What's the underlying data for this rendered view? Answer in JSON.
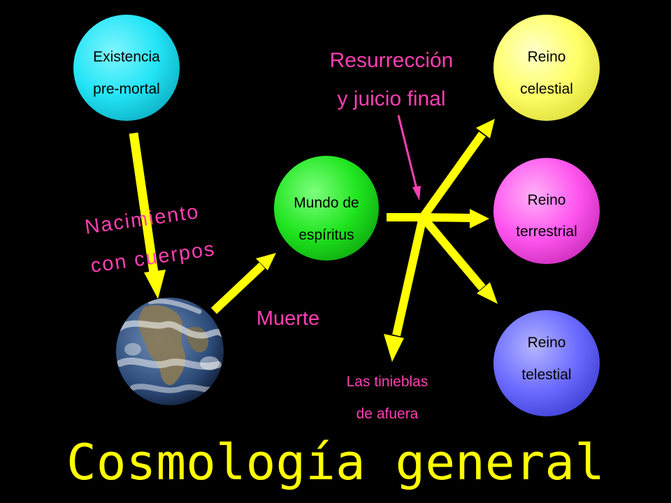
{
  "colors": {
    "background": "#000000",
    "arrow": "#ffff00",
    "label": "#ff3fb4",
    "title": "#ffff00",
    "premortal": "#22e4f5",
    "spirits": "#1fe51f",
    "celestial": "#ffff66",
    "terrestrial": "#ff55ee",
    "telestial": "#6b6bff"
  },
  "nodes": {
    "premortal": {
      "line1": "Existencia",
      "line2": "pre-mortal"
    },
    "spirits": {
      "line1": "Mundo de",
      "line2": "espíritus"
    },
    "celestial": {
      "line1": "Reino",
      "line2": "celestial"
    },
    "terrestrial": {
      "line1": "Reino",
      "line2": "terrestrial"
    },
    "telestial": {
      "line1": "Reino",
      "line2": "telestial"
    },
    "earth": {
      "icon": "earth-globe-icon"
    }
  },
  "labels": {
    "birth_line1": "Nacimiento",
    "birth_line2": "con cuerpos",
    "death": "Muerte",
    "resurrection_line1": "Resurrección",
    "resurrection_line2": "y juicio final",
    "outer_darkness_line1": "Las tinieblas",
    "outer_darkness_line2": "de afuera"
  },
  "title": "Cosmología general"
}
